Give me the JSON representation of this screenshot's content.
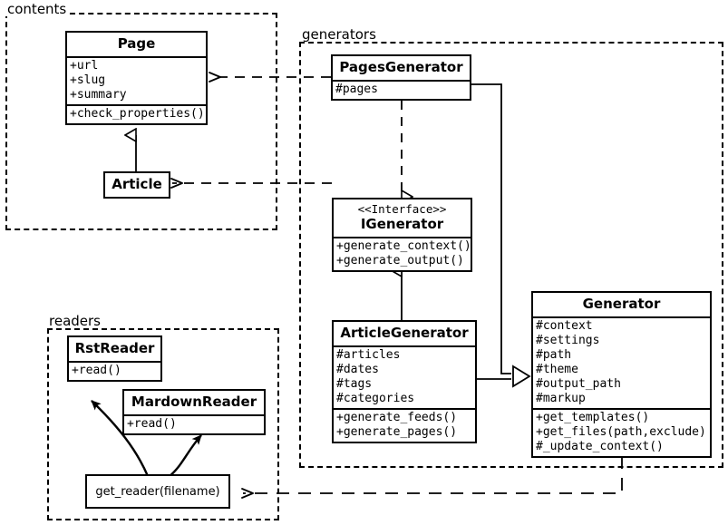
{
  "diagram": {
    "kind": "uml-class-diagram",
    "colors": {
      "line": "#000000",
      "background": "#ffffff",
      "box_fill": "#ffffff"
    }
  },
  "packages": [
    {
      "id": "contents",
      "label": "contents"
    },
    {
      "id": "generators",
      "label": "generators"
    },
    {
      "id": "readers",
      "label": "readers"
    }
  ],
  "classes": {
    "page": {
      "name": "Page",
      "attributes": [
        "+url",
        "+slug",
        "+summary"
      ],
      "methods": [
        "+check_properties()"
      ]
    },
    "article": {
      "name": "Article"
    },
    "pages_generator": {
      "name": "PagesGenerator",
      "attributes": [
        "#pages"
      ]
    },
    "igenerator": {
      "stereotype": "<<Interface>>",
      "name": "IGenerator",
      "methods": [
        "+generate_context()",
        "+generate_output()"
      ]
    },
    "article_generator": {
      "name": "ArticleGenerator",
      "attributes": [
        "#articles",
        "#dates",
        "#tags",
        "#categories"
      ],
      "methods": [
        "+generate_feeds()",
        "+generate_pages()"
      ]
    },
    "generator": {
      "name": "Generator",
      "attributes": [
        "#context",
        "#settings",
        "#path",
        "#theme",
        "#output_path",
        "#markup"
      ],
      "methods": [
        "+get_templates()",
        "+get_files(path,exclude)",
        "#_update_context()"
      ]
    },
    "rst_reader": {
      "name": "RstReader",
      "methods": [
        "+read()"
      ]
    },
    "markdown_reader": {
      "name": "MardownReader",
      "methods": [
        "+read()"
      ]
    },
    "get_reader": {
      "name": "get_reader(filename)"
    }
  },
  "relationships": [
    {
      "type": "generalization",
      "from": "Article",
      "to": "Page"
    },
    {
      "type": "realization",
      "from": "PagesGenerator",
      "to": "IGenerator"
    },
    {
      "type": "realization",
      "from": "ArticleGenerator",
      "to": "IGenerator"
    },
    {
      "type": "generalization",
      "from": "PagesGenerator",
      "to": "Generator"
    },
    {
      "type": "generalization",
      "from": "ArticleGenerator",
      "to": "Generator"
    },
    {
      "type": "dependency",
      "from": "PagesGenerator",
      "to": "Page"
    },
    {
      "type": "dependency",
      "from": "ArticleGenerator",
      "to": "Article"
    },
    {
      "type": "dependency",
      "from": "Generator",
      "to": "get_reader(filename)"
    },
    {
      "type": "association",
      "from": "get_reader(filename)",
      "to": "RstReader"
    },
    {
      "type": "association",
      "from": "get_reader(filename)",
      "to": "MardownReader"
    }
  ]
}
